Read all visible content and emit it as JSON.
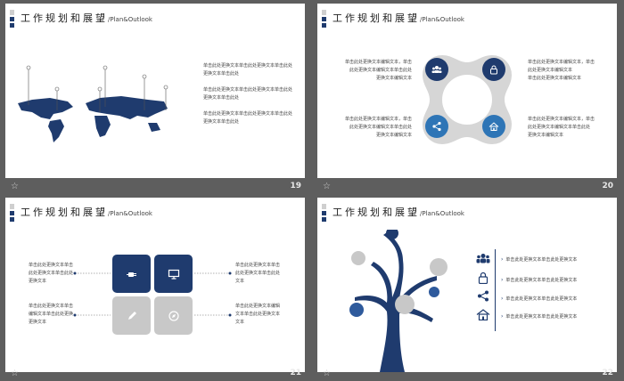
{
  "slides": [
    {
      "number": "19",
      "title": "工作规划和展望",
      "subtitle": "/Plan&Outlook",
      "texts": [
        "单击此处更换文本单击此处更换文本单击此处",
        "更换文本单击此处",
        "单击此处更换文本单击此处更换文本单击此处",
        "更换文本单击此处",
        "单击此处更换文本单击此处更换文本单击此处",
        "更换文本单击此处"
      ]
    },
    {
      "number": "20",
      "title": "工作规划和展望",
      "subtitle": "/Plan&Outlook",
      "texts": {
        "tl": [
          "单击此处更换文本编辑文本，单击",
          "此处更换文本编辑文本单击此处",
          "更换文本编辑文本"
        ],
        "tr": [
          "单击此处更换文本编辑文本，单击",
          "此处更换文本编辑文本",
          "单击此处更换文本编辑文本"
        ],
        "bl": [
          "单击此处更换文本编辑文本，单击",
          "此处更换文本编辑文本单击此处",
          "更换文本编辑文本"
        ],
        "br": [
          "单击此处更换文本编辑文本，单击",
          "此处更换文本编辑文本单击此处",
          "更换文本编辑文本"
        ]
      }
    },
    {
      "number": "21",
      "title": "工作规划和展望",
      "subtitle": "/Plan&Outlook",
      "texts": {
        "tl": [
          "单击此处更换文本单击",
          "此处更换文本单击此处",
          "更换文本"
        ],
        "tr": [
          "单击此处更换文本单击",
          "此处更换文本单击此处",
          "文本"
        ],
        "bl": [
          "单击此处更换文本单击",
          "编辑文本单击此处更换",
          "更换文本"
        ],
        "br": [
          "单击此处更换文本编辑",
          "文本单击此处更换文本",
          "文本"
        ]
      }
    },
    {
      "number": "22",
      "title": "工作规划和展望",
      "subtitle": "/Plan&Outlook",
      "list": [
        "单击此处更换文本单击此处更换文本",
        "单击此处更换文本单击此处更换文本",
        "单击此处更换文本单击此处更换文本",
        "单击此处更换文本单击此处更换文本"
      ]
    }
  ],
  "footer_icon": "star-outline-icon",
  "colors": {
    "navy": "#1f3b6e",
    "blue": "#2e75b6",
    "gray": "#c8c8c8",
    "background": "#5e5e5e"
  }
}
